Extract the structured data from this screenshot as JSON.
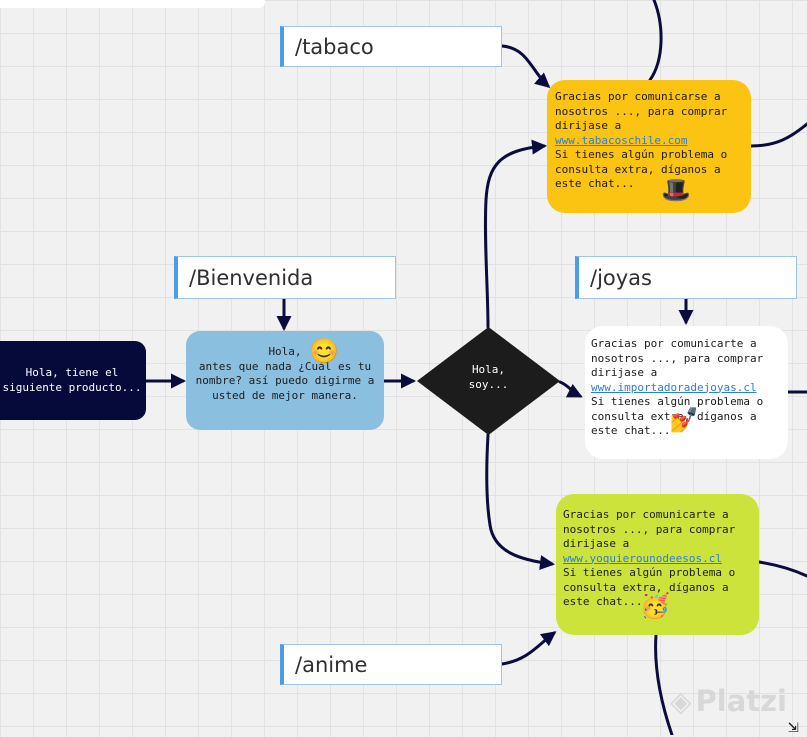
{
  "commands": {
    "tabaco": "/tabaco",
    "bienvenida": "/Bienvenida",
    "joyas": "/joyas",
    "anime": "/anime"
  },
  "start_node": {
    "lines": [
      "Hola, tiene el",
      "siguiente producto..."
    ],
    "color": "#050a3a"
  },
  "welcome_node": {
    "lines": [
      "Hola,",
      "antes que nada ¿Cuál es tu",
      "nombre? así puedo digirme a",
      "usted de mejor manera."
    ],
    "emoji": "😊",
    "color": "#8bbfe0"
  },
  "decision": {
    "lines": [
      "Hola,",
      "soy..."
    ],
    "color": "#1c1c1c"
  },
  "tabaco_node": {
    "lines": [
      "Gracias por comunicarse a",
      "nosotros ..., para comprar",
      "dirijase a"
    ],
    "link": "www.tabacoschile.com",
    "lines_after": [
      "Si tienes algún problema o",
      "consulta extra, díganos a",
      "este chat..."
    ],
    "emoji": "🎩",
    "color": "#fbc312"
  },
  "joyas_node": {
    "lines": [
      "Gracias por comunicarte a",
      "nosotros ..., para comprar",
      "dirijase a"
    ],
    "link": "www.importadoradejoyas.cl",
    "lines_after": [
      "Si tienes algún problema o",
      "consulta extra, díganos a",
      "este chat..."
    ],
    "emoji": "💅",
    "color": "#ffffff"
  },
  "anime_node": {
    "lines": [
      "Gracias por comunicarte a",
      "nosotros ..., para comprar",
      "dirijase a"
    ],
    "link": "www.yoquierounodeesos.cl",
    "lines_after": [
      " Si tienes algún problema o",
      "consulta extra, díganos a",
      "este chat..."
    ],
    "emoji": "🥳",
    "color": "#cce33c"
  },
  "watermark": {
    "mark": "◈",
    "text": "Platzi"
  },
  "connector_color": "#0b0c3e"
}
